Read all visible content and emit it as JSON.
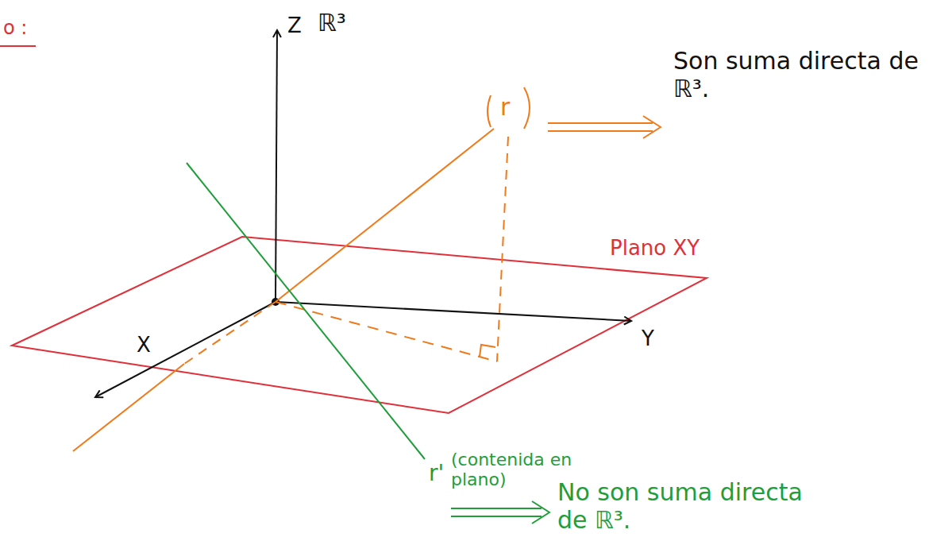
{
  "diagram": {
    "labels": [
      "o :",
      "Z",
      "ℝ³",
      "r",
      "Son suma directa de ℝ³.",
      "Plano XY",
      "Y",
      "X",
      "r'",
      "(contenida en plano)",
      "No son suma directa de ℝ³."
    ]
  }
}
